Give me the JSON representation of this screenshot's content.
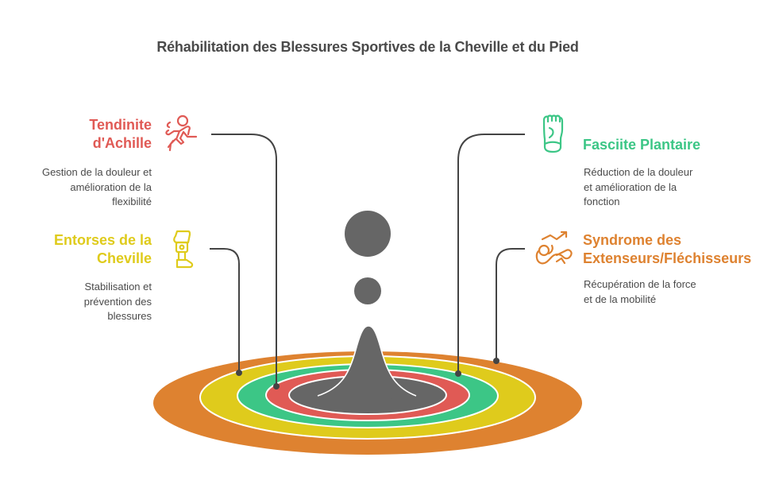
{
  "title": "Réhabilitation des Blessures Sportives de la Cheville et du Pied",
  "colors": {
    "achilles": "#e05a55",
    "sprain": "#dfcb1c",
    "plantar": "#3cc686",
    "syndrome": "#de8230",
    "center": "#666666",
    "connector": "#444444",
    "text": "#4a4a4a"
  },
  "items": [
    {
      "id": "achilles",
      "title_line1": "Tendinite",
      "title_line2": "d'Achille",
      "desc_line1": "Gestion de la douleur et",
      "desc_line2": "amélioration de la",
      "desc_line3": "flexibilité",
      "icon": "running-person-icon",
      "ring": "red"
    },
    {
      "id": "sprain",
      "title_line1": "Entorses de la",
      "title_line2": "Cheville",
      "desc_line1": "Stabilisation et",
      "desc_line2": "prévention des",
      "desc_line3": "blessures",
      "icon": "prosthetic-leg-icon",
      "ring": "yellow"
    },
    {
      "id": "plantar",
      "title_line1": "Fasciite Plantaire",
      "desc_line1": "Réduction de la douleur",
      "desc_line2": "et amélioration de la",
      "desc_line3": "fonction",
      "icon": "foot-icon",
      "ring": "green"
    },
    {
      "id": "syndrome",
      "title_line1": "Syndrome des",
      "title_line2": "Extenseurs/Fléchisseurs",
      "desc_line1": "Récupération de la force",
      "desc_line2": "et de la mobilité",
      "icon": "recovery-trend-icon",
      "ring": "orange"
    }
  ]
}
